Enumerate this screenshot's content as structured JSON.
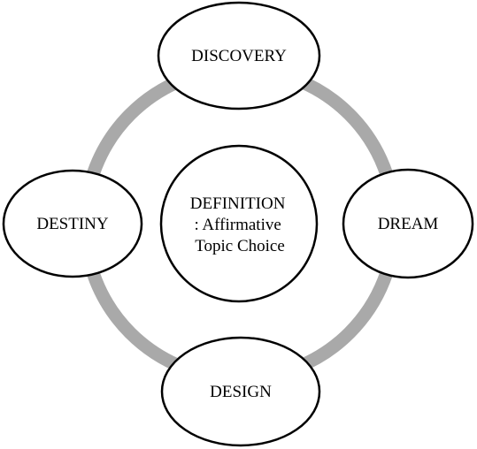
{
  "diagram": {
    "center": {
      "lines": [
        "DEFINITION",
        ": Affirmative",
        "Topic Choice"
      ]
    },
    "nodes": {
      "top": "DISCOVERY",
      "right": "DREAM",
      "bottom": "DESIGN",
      "left": "DESTINY"
    },
    "colors": {
      "ring": "#a9a9a9",
      "stroke": "#000000",
      "fill": "#ffffff"
    }
  }
}
